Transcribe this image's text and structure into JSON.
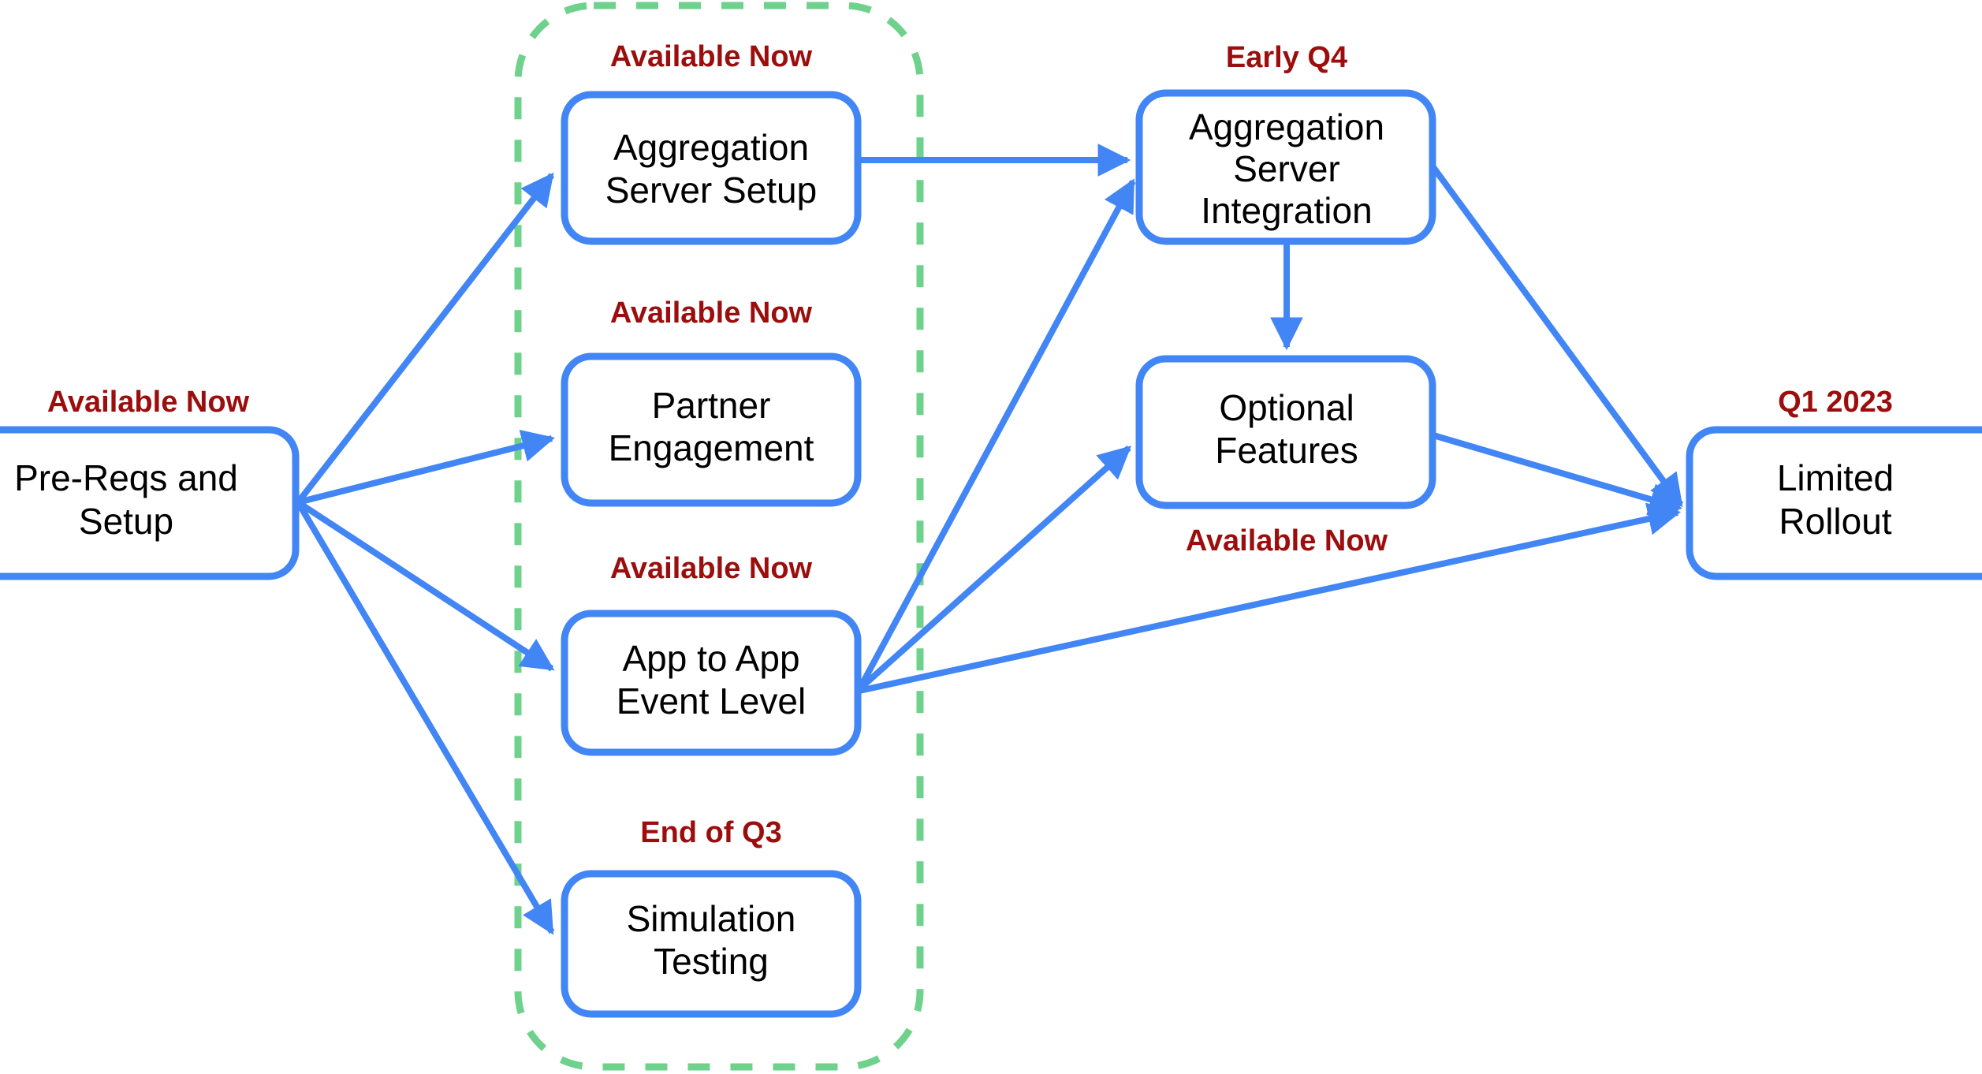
{
  "diagram": {
    "type": "flowchart",
    "title": "",
    "colors": {
      "node_border": "#4285F4",
      "node_fill": "#ffffff",
      "arrow": "#4285F4",
      "status_text": "#9C0D0D",
      "group_border": "#6FD28C",
      "node_text": "#000000",
      "background": "#FFFFFF"
    },
    "group": {
      "name": "available-now-group",
      "style": "dashed-rounded-rect",
      "border_color": "#6FD28C"
    },
    "nodes": [
      {
        "id": "pre-reqs",
        "label_line1": "Pre-Reqs and",
        "label_line2": "Setup",
        "status": "Available Now",
        "status_position": "above"
      },
      {
        "id": "aggregation-server-setup",
        "label_line1": "Aggregation",
        "label_line2": "Server Setup",
        "label_line3": "",
        "status": "Available Now",
        "status_position": "above"
      },
      {
        "id": "partner-engagement",
        "label_line1": "Partner",
        "label_line2": "Engagement",
        "status": "Available Now",
        "status_position": "above"
      },
      {
        "id": "app-to-app-event-level",
        "label_line1": "App to App",
        "label_line2": "Event Level",
        "status": "Available Now",
        "status_position": "above"
      },
      {
        "id": "simulation-testing",
        "label_line1": "Simulation",
        "label_line2": "Testing",
        "status": "End of Q3",
        "status_position": "above"
      },
      {
        "id": "aggregation-server-integration",
        "label_line1": "Aggregation",
        "label_line2": "Server",
        "label_line3": "Integration",
        "status": "Early Q4",
        "status_position": "above"
      },
      {
        "id": "optional-features",
        "label_line1": "Optional",
        "label_line2": "Features",
        "status": "Available Now",
        "status_position": "below"
      },
      {
        "id": "limited-rollout",
        "label_line1": "Limited",
        "label_line2": "Rollout",
        "status": "Q1 2023",
        "status_position": "above"
      }
    ],
    "edges": [
      {
        "from": "pre-reqs",
        "to": "aggregation-server-setup"
      },
      {
        "from": "pre-reqs",
        "to": "partner-engagement"
      },
      {
        "from": "pre-reqs",
        "to": "app-to-app-event-level"
      },
      {
        "from": "pre-reqs",
        "to": "simulation-testing"
      },
      {
        "from": "aggregation-server-setup",
        "to": "aggregation-server-integration"
      },
      {
        "from": "app-to-app-event-level",
        "to": "aggregation-server-integration"
      },
      {
        "from": "app-to-app-event-level",
        "to": "optional-features"
      },
      {
        "from": "app-to-app-event-level",
        "to": "limited-rollout"
      },
      {
        "from": "aggregation-server-integration",
        "to": "optional-features"
      },
      {
        "from": "aggregation-server-integration",
        "to": "limited-rollout"
      },
      {
        "from": "optional-features",
        "to": "limited-rollout"
      }
    ]
  }
}
